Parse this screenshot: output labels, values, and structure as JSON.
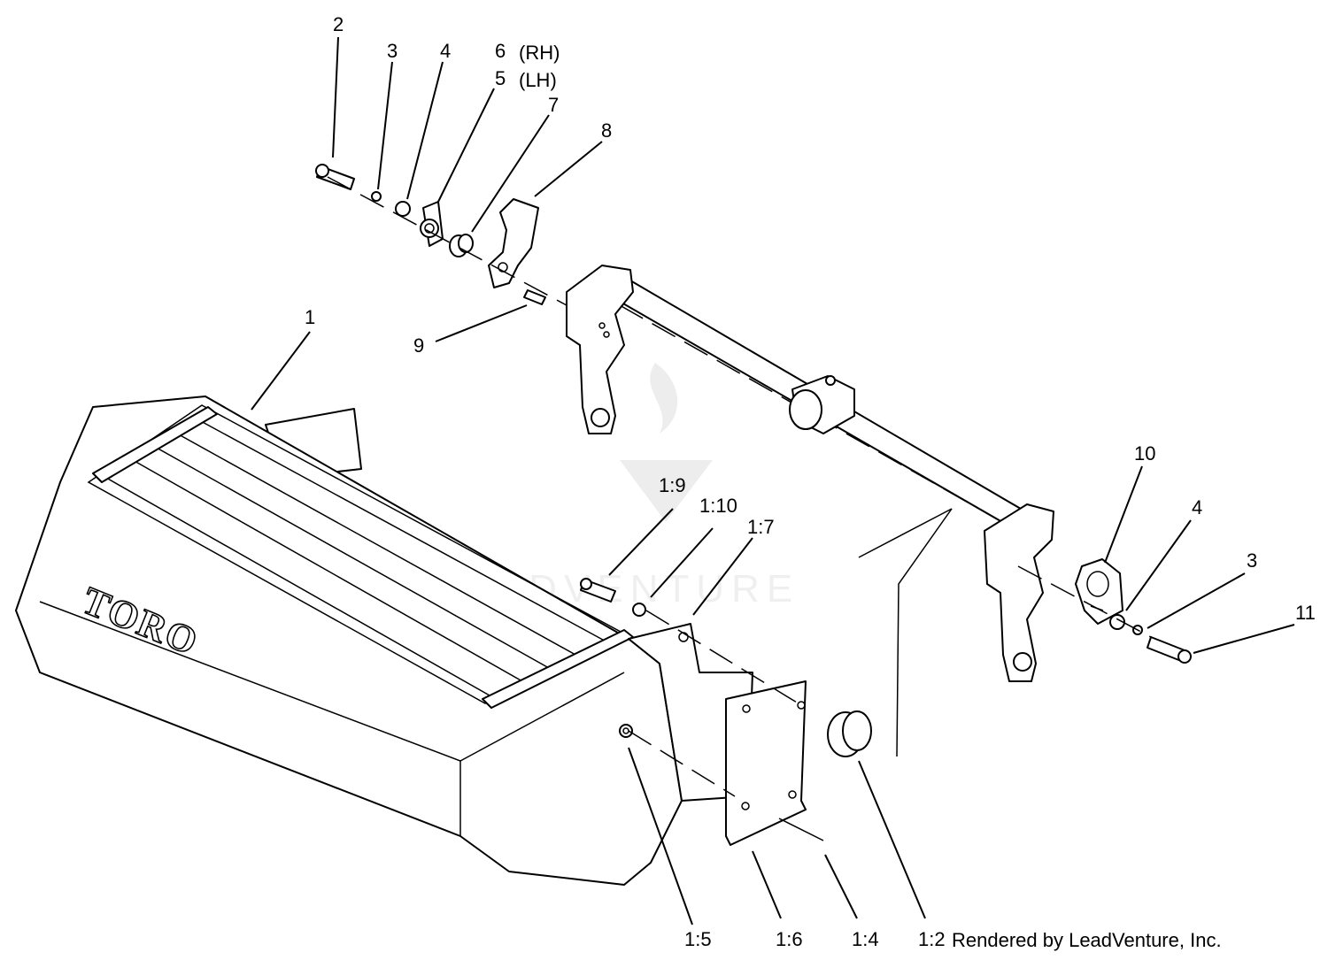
{
  "brand_logo": "TORO",
  "watermark": "LEADVENTURE",
  "credit": "Rendered by LeadVenture, Inc.",
  "callouts": {
    "c1": "1",
    "c2": "2",
    "c3a": "3",
    "c4a": "4",
    "c6": "6",
    "c6note": "(RH)",
    "c5": "5",
    "c5note": "(LH)",
    "c7": "7",
    "c8": "8",
    "c9": "9",
    "c10": "10",
    "c4b": "4",
    "c3b": "3",
    "c11": "11",
    "c1_9": "1:9",
    "c1_10": "1:10",
    "c1_7": "1:7",
    "c1_5": "1:5",
    "c1_6": "1:6",
    "c1_4": "1:4",
    "c1_2": "1:2"
  },
  "colors": {
    "line": "#000000",
    "background": "#ffffff"
  }
}
